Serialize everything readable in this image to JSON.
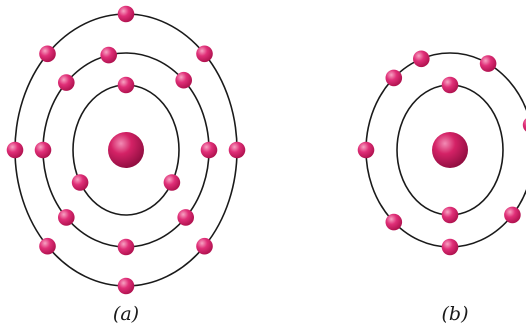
{
  "style": {
    "orbit_color": "#1a1a1a",
    "electron_color": "#d41f6a",
    "electron_highlight": "#f58fb6",
    "nucleus_color": "#c21459",
    "nucleus_highlight": "#f07fab",
    "background": "#ffffff"
  },
  "atoms": [
    {
      "caption": "(a)",
      "shells": [
        {
          "electrons": 3
        },
        {
          "electrons": 8
        },
        {
          "electrons": 8
        }
      ]
    },
    {
      "caption": "(b)",
      "shells": [
        {
          "electrons": 2
        },
        {
          "electrons": 8
        }
      ]
    }
  ]
}
